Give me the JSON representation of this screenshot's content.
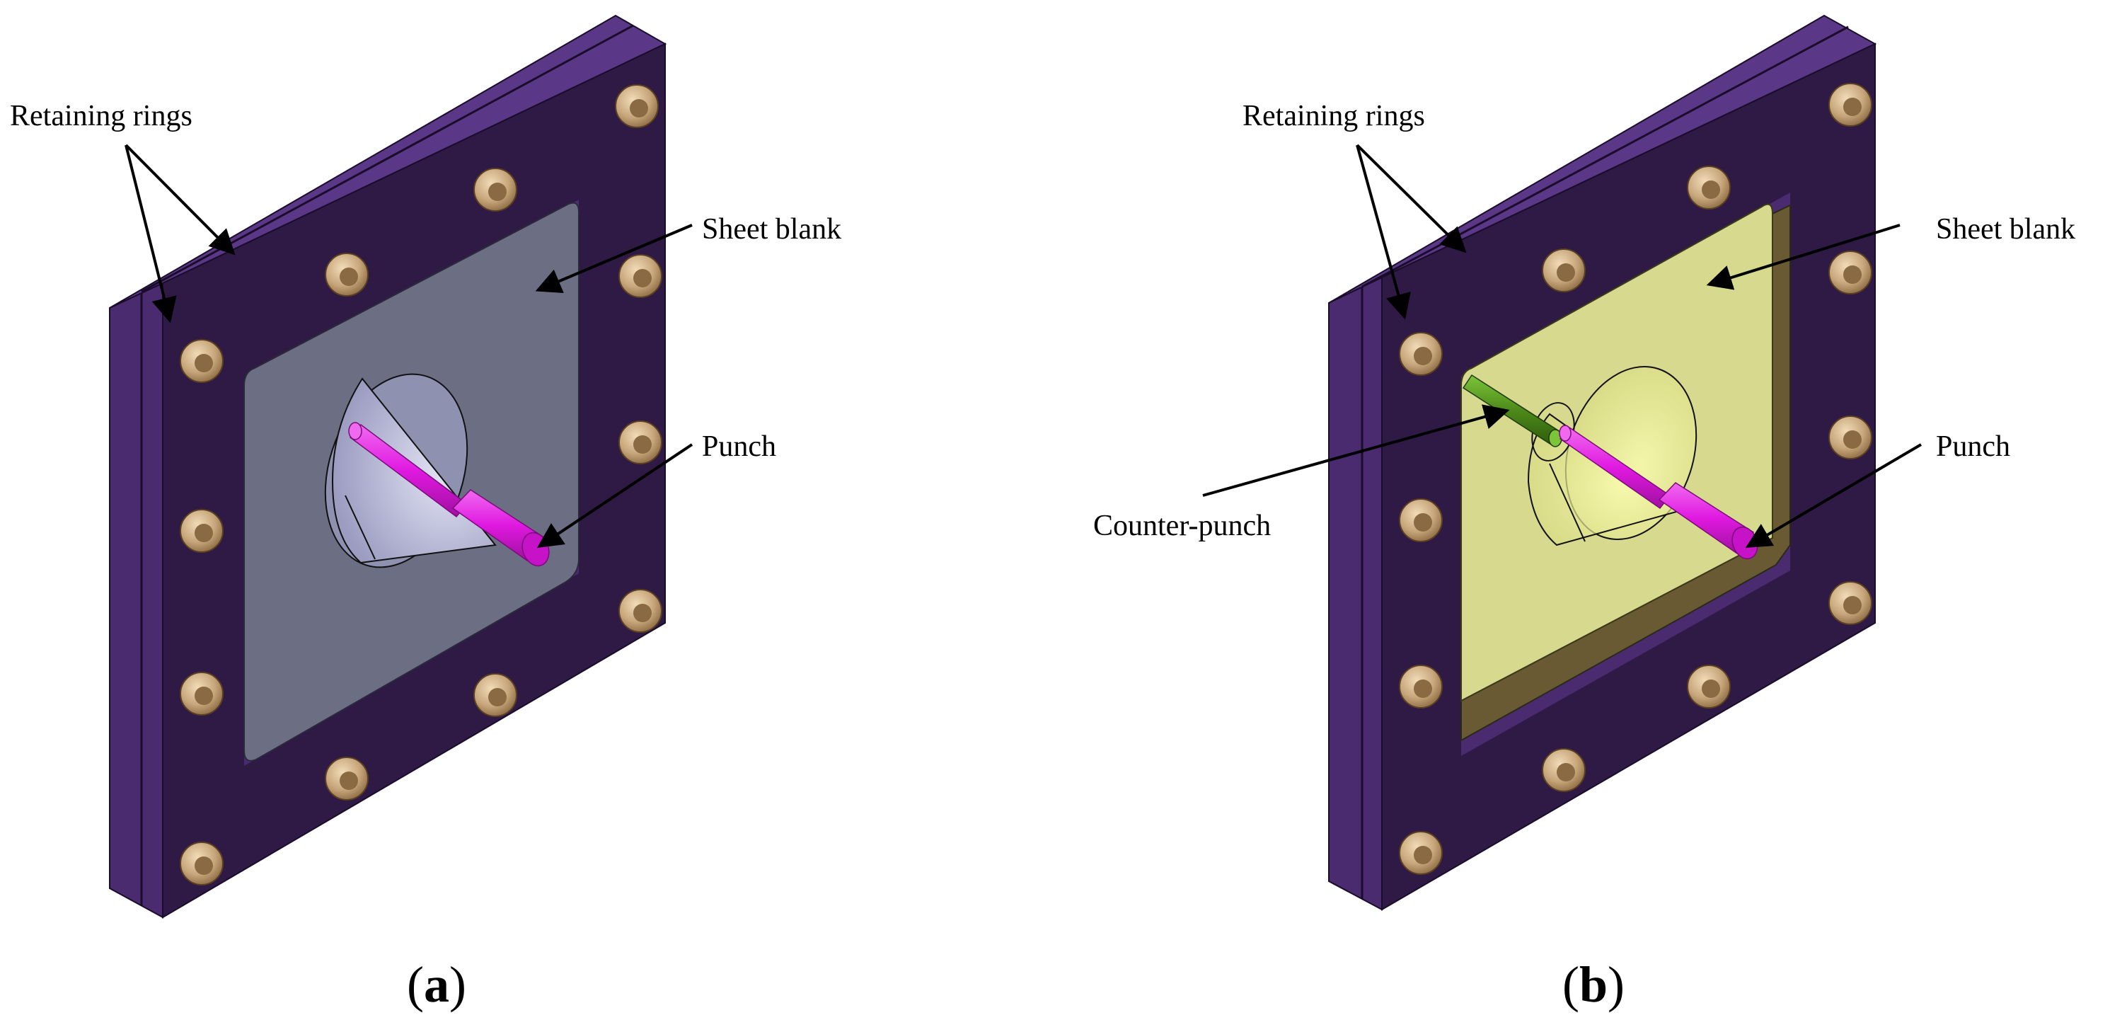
{
  "panels": [
    {
      "caption_open": "(",
      "caption_letter": "a",
      "caption_close": ")",
      "labels": {
        "retaining_rings": "Retaining rings",
        "sheet_blank": "Sheet blank",
        "punch": "Punch"
      },
      "colors": {
        "frame": "#2e1a45",
        "frame_side": "#4a2b70",
        "blank": "#6c6f83",
        "punch": "#e019e0",
        "bolt": "#c7a57a"
      }
    },
    {
      "caption_open": "(",
      "caption_letter": "b",
      "caption_close": ")",
      "labels": {
        "retaining_rings": "Retaining rings",
        "sheet_blank": "Sheet blank",
        "punch": "Punch",
        "counter_punch": "Counter-punch"
      },
      "colors": {
        "frame": "#2e1a45",
        "frame_side": "#4a2b70",
        "blank": "#d6d98e",
        "punch": "#e019e0",
        "counter_punch": "#4e8a1a",
        "bolt": "#c7a57a"
      }
    }
  ]
}
